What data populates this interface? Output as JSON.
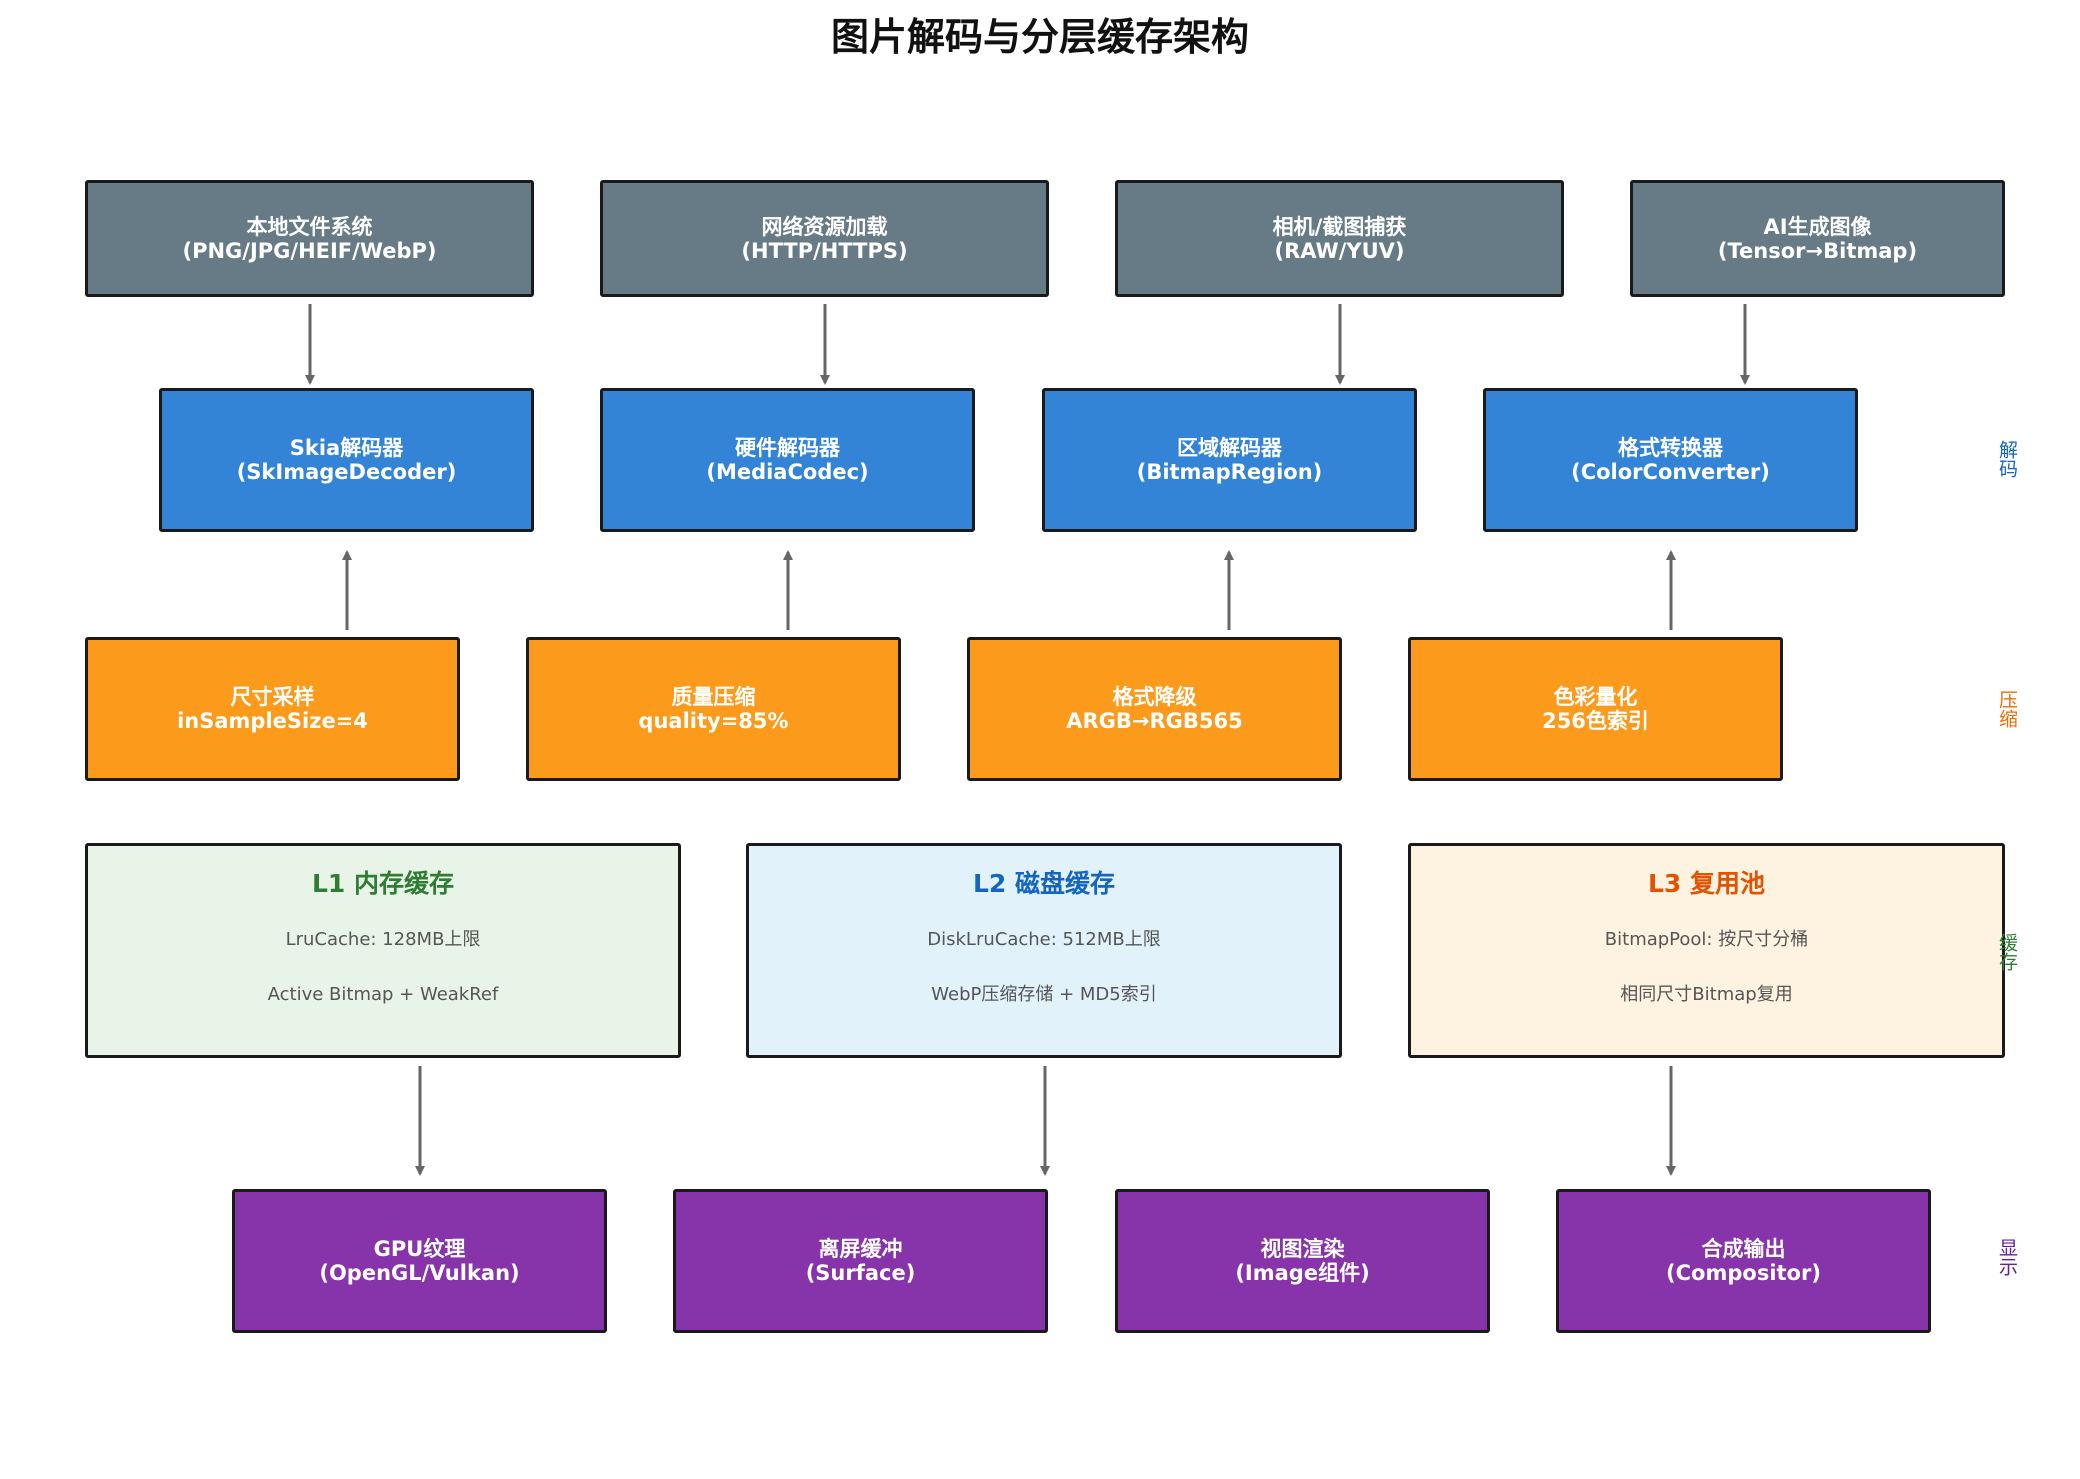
{
  "title": "图片解码与分层缓存架构",
  "sources": [
    {
      "line1": "本地文件系统",
      "line2": "(PNG/JPG/HEIF/WebP)"
    },
    {
      "line1": "网络资源加载",
      "line2": "(HTTP/HTTPS)"
    },
    {
      "line1": "相机/截图捕获",
      "line2": "(RAW/YUV)"
    },
    {
      "line1": "AI生成图像",
      "line2": "(Tensor→Bitmap)"
    }
  ],
  "decoders": [
    {
      "line1": "Skia解码器",
      "line2": "(SkImageDecoder)"
    },
    {
      "line1": "硬件解码器",
      "line2": "(MediaCodec)"
    },
    {
      "line1": "区域解码器",
      "line2": "(BitmapRegion)"
    },
    {
      "line1": "格式转换器",
      "line2": "(ColorConverter)"
    }
  ],
  "compression": [
    {
      "line1": "尺寸采样",
      "line2": "inSampleSize=4"
    },
    {
      "line1": "质量压缩",
      "line2": "quality=85%"
    },
    {
      "line1": "格式降级",
      "line2": "ARGB→RGB565"
    },
    {
      "line1": "色彩量化",
      "line2": "256色索引"
    }
  ],
  "caches": [
    {
      "title": "L1 内存缓存",
      "line1": "LruCache: 128MB上限",
      "line2": "Active Bitmap + WeakRef",
      "color": "#2e7d32"
    },
    {
      "title": "L2 磁盘缓存",
      "line1": "DiskLruCache: 512MB上限",
      "line2": "WebP压缩存储 + MD5索引",
      "color": "#1565c0"
    },
    {
      "title": "L3 复用池",
      "line1": "BitmapPool: 按尺寸分桶",
      "line2": "相同尺寸Bitmap复用",
      "color": "#e65100"
    }
  ],
  "display": [
    {
      "line1": "GPU纹理",
      "line2": "(OpenGL/Vulkan)"
    },
    {
      "line1": "离屏缓冲",
      "line2": "(Surface)"
    },
    {
      "line1": "视图渲染",
      "line2": "(Image组件)"
    },
    {
      "line1": "合成输出",
      "line2": "(Compositor)"
    }
  ],
  "side_labels": {
    "decode": "解码",
    "decode_color": "#1565c0",
    "compress": "压缩",
    "compress_color": "#ef6c00",
    "cache": "缓存",
    "cache_color": "#2e7d32",
    "display": "显示",
    "display_color": "#6a1b9a"
  },
  "colors": {
    "source": "#667b85",
    "decoder": "#3384d7",
    "compression": "#fb9a1b",
    "display": "#8733aa",
    "arrow": "#666666"
  }
}
